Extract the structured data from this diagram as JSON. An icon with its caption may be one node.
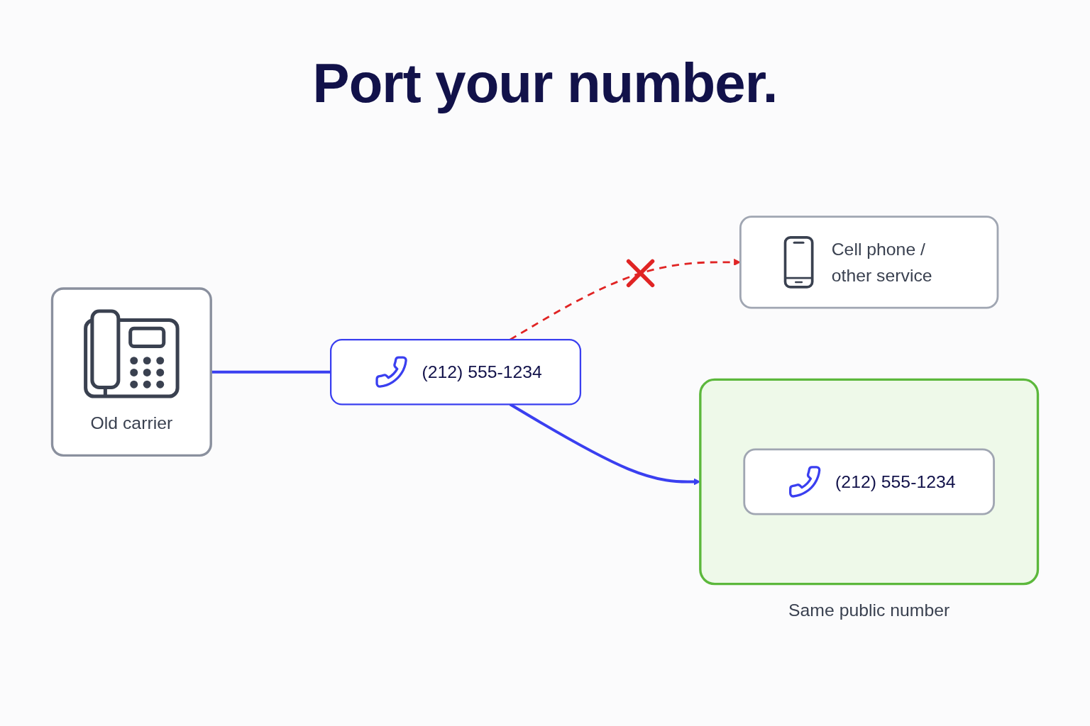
{
  "diagram": {
    "title": "Port your number.",
    "nodes": [
      {
        "text": [
          "Old carrier"
        ]
      },
      {
        "text": [
          "(212) 555-1234"
        ]
      },
      {
        "text": [],
        "shape": "box",
        "beside": [
          "Same public number"
        ]
      },
      {
        "text": [
          "(212) 555-1234"
        ],
        "in": 2
      },
      {
        "text": [
          "Cell phone / other service"
        ]
      }
    ],
    "edges": [
      {
        "from": 0,
        "to": 1,
        "arrow": "none"
      },
      {
        "from": 1,
        "to": 2,
        "arrow": "to"
      },
      {
        "from": 1,
        "to": 4,
        "arrow": "to",
        "style": "dashed",
        "color": "#e02424"
      }
    ]
  }
}
